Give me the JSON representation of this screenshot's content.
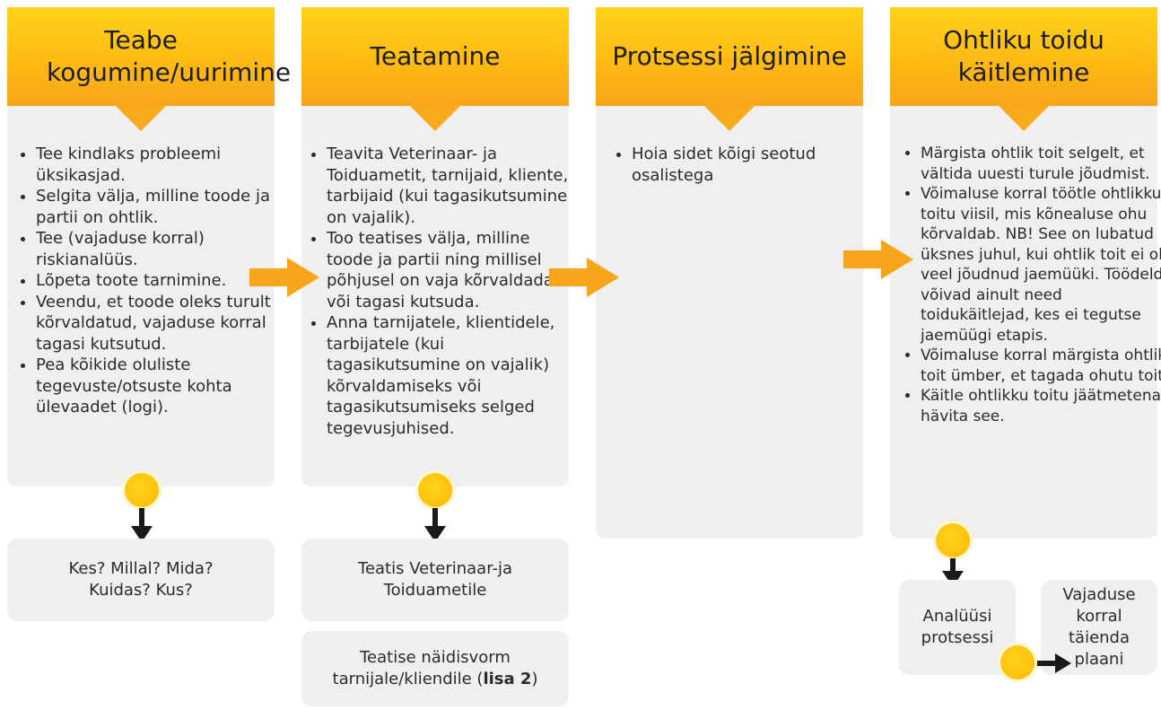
{
  "columns": [
    {
      "title": "Teabe kogumine/uurimine",
      "items": [
        "Tee kindlaks probleemi üksikasjad.",
        "Selgita välja, milline toode ja partii on ohtlik.",
        "Tee (vajaduse korral) riskianalüüs.",
        "Lõpeta toote tarnimine.",
        "Veendu, et toode oleks turult kõrvaldatud, vajaduse korral tagasi kutsutud.",
        "Pea kõikide oluliste tegevuste/otsuste kohta ülevaadet (logi)."
      ],
      "sub_boxes": [
        "Kes? Millal? Mida? Kuidas? Kus?"
      ]
    },
    {
      "title": "Teatamine",
      "items": [
        "Teavita Veterinaar- ja Toiduametit, tarnijaid, kliente, tarbijaid (kui tagasikutsumine on vajalik).",
        "Too teatises välja, milline toode ja partii ning millisel põhjusel on vaja kõrvaldada või tagasi kutsuda.",
        "Anna tarnijatele, klientidele, tarbijatele (kui tagasikutsumine on vajalik) kõrvaldamiseks või tagasikutsumiseks selged tegevusjuhised."
      ],
      "sub_boxes": [
        "Teatis Veterinaar-ja Toiduametile"
      ],
      "template_box": {
        "text": "Teatise näidisvorm tarnijale/kliendile (",
        "bold": "lisa 2",
        "end": ")"
      }
    },
    {
      "title": "Protsessi jälgimine",
      "items": [
        "Hoia sidet kõigi seotud osalistega"
      ]
    },
    {
      "title": "Ohtliku toidu käitlemine",
      "items": [
        "Märgista ohtlik toit selgelt, et vältida uuesti turule jõudmist.",
        "Võimaluse korral töötle ohtlikku toitu viisil, mis kõnealuse ohu kõrvaldab. NB! See on lubatud üksnes juhul, kui ohtlik toit ei ole veel jõudnud jaemüüki. Töödelda võivad ainult need toidukäitlejad, kes ei tegutse jaemüügi etapis.",
        "Võimaluse korral märgista ohtlik toit ümber, et tagada ohutu toit.",
        "Käitle ohtlikku toitu jäätmetena, hävita see."
      ],
      "sub_boxes": [
        "Analüüsi protsessi",
        "Vajaduse korral täienda plaani"
      ]
    }
  ],
  "colors": {
    "header_top": "#ffd11a",
    "header_bottom": "#f7a51a",
    "panel": "#efefef",
    "arrow_dark": "#1a1a1a",
    "arrow_orange": "#f7a51a"
  }
}
